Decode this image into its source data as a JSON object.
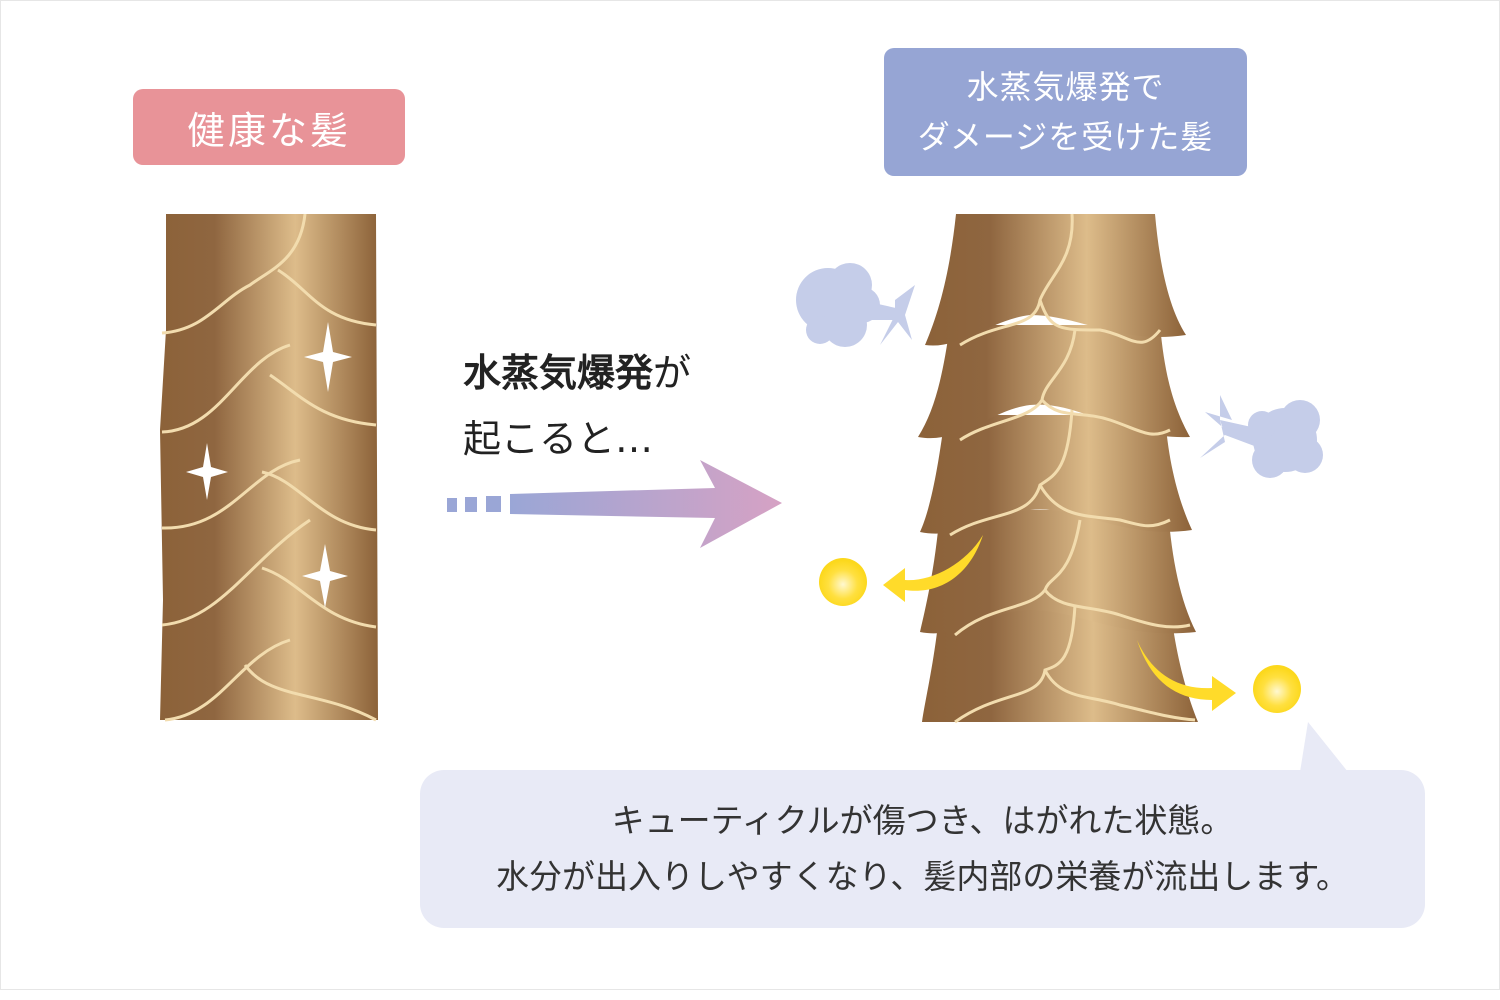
{
  "labels": {
    "healthy": "健康な髪",
    "damaged_line1": "水蒸気爆発で",
    "damaged_line2": "ダメージを受けた髪"
  },
  "cause": {
    "bold": "水蒸気爆発",
    "suffix": "が",
    "line2": "起こると…"
  },
  "callout": {
    "line1": "キューティクルが傷つき、はがれた状態。",
    "line2": "水分が出入りしやすくなり、髪内部の栄養が流出します。"
  },
  "colors": {
    "healthy_label": "#e89398",
    "damaged_label": "#96a5d4",
    "callout_bg": "#e8eaf6",
    "hair_dark": "#8c6239",
    "hair_light": "#dcba88",
    "cuticle_edge": "#f2dcae",
    "steam": "#c5cde9",
    "nutrient": "#ffdb2a"
  }
}
